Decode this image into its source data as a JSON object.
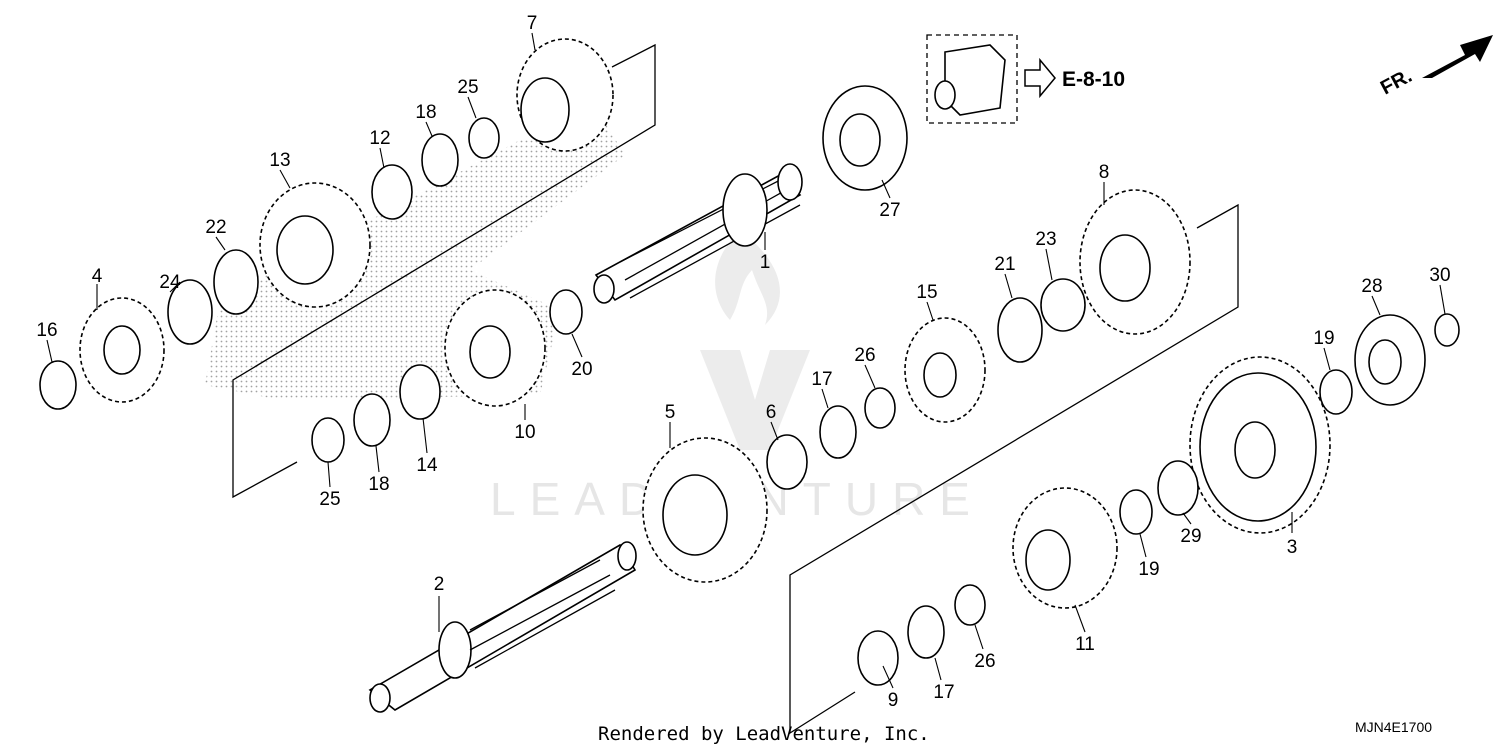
{
  "watermark": {
    "brand": "LEADVENTURE"
  },
  "reference": {
    "label": "E-8-10"
  },
  "front_indicator": {
    "label": "FR."
  },
  "footer": {
    "credit": "Rendered by LeadVenture, Inc.",
    "diagram_code": "MJN4E1700"
  },
  "callouts": {
    "p1": "1",
    "p2": "2",
    "p3": "3",
    "p4": "4",
    "p5": "5",
    "p6": "6",
    "p7": "7",
    "p8": "8",
    "p9": "9",
    "p10": "10",
    "p11": "11",
    "p12": "12",
    "p13": "13",
    "p14": "14",
    "p15": "15",
    "p16": "16",
    "p17a": "17",
    "p17b": "17",
    "p18a": "18",
    "p18b": "18",
    "p19a": "19",
    "p19b": "19",
    "p20": "20",
    "p21": "21",
    "p22": "22",
    "p23": "23",
    "p24": "24",
    "p25a": "25",
    "p25b": "25",
    "p26a": "26",
    "p26b": "26",
    "p27": "27",
    "p28": "28",
    "p29": "29",
    "p30": "30"
  }
}
